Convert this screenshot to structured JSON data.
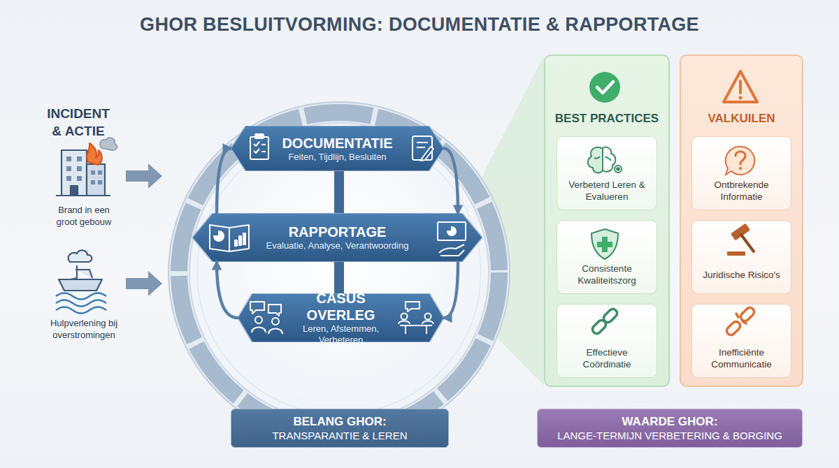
{
  "diagram": {
    "title": "GHOR BESLUITVORMING: DOCUMENTATIE & RAPPORTAGE",
    "nodes": [
      {
        "text": [
          "DOCUMENTATIE",
          "Feiten, Tijdlijn, Besluiten"
        ]
      },
      {
        "text": [
          "RAPPORTAGE",
          "Evaluatie, Analyse, Verantwoording"
        ]
      },
      {
        "text": [
          "CASUS OVERLEG",
          "Leren, Afstemmen, Verbeteren"
        ]
      },
      {
        "text": [
          "BEST PRACTICES"
        ]
      },
      {
        "text": [
          "Verbeterd Leren & Evalueren"
        ],
        "in": 3
      },
      {
        "text": [
          "Consistente Kwaliteitszorg"
        ],
        "in": 3
      },
      {
        "text": [
          "Effectieve Coördinatie"
        ],
        "in": 3
      },
      {
        "text": [
          "VALKUILEN"
        ]
      },
      {
        "text": [
          "Ontbrekende Informatie"
        ],
        "in": 7
      },
      {
        "text": [
          "Juridische Risico's"
        ],
        "in": 7
      },
      {
        "text": [
          "Inefficiënte Communicatie"
        ],
        "in": 7
      },
      {
        "text": [
          "BELANG GHOR:",
          "TRANSPARANTIE & LEREN"
        ]
      },
      {
        "text": [
          "WAARDE GHOR:",
          "LANGE-TERMIJN VERBETERING & BORGING"
        ]
      }
    ],
    "edges": [
      {
        "from": 0,
        "to": 1,
        "arrow": "to"
      },
      {
        "from": 1,
        "to": 2,
        "arrow": "to"
      },
      {
        "from": 2,
        "to": 1,
        "arrow": "to"
      },
      {
        "from": 1,
        "to": 0,
        "arrow": "to"
      }
    ],
    "labels": [
      "INCIDENT & ACTIE",
      "Brand in een groot gebouw",
      "Hulpverlening bij overstromingen"
    ]
  }
}
